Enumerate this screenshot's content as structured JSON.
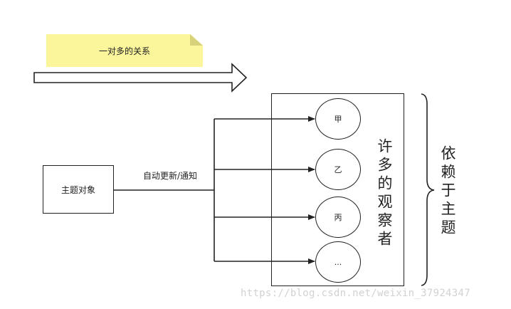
{
  "banner": {
    "label": "一对多的关系"
  },
  "subject": {
    "label": "主题对象"
  },
  "update": {
    "label": "自动更新/通知"
  },
  "observers": {
    "items": [
      {
        "label": "甲"
      },
      {
        "label": "乙"
      },
      {
        "label": "丙"
      },
      {
        "label": "..."
      }
    ],
    "title": "许多的观察者"
  },
  "dependency": {
    "label": "依赖于主题"
  },
  "watermark": "https://blog.csdn.net/weixin_37924347",
  "colors": {
    "sticky": "#fbf59b",
    "stroke": "#222222",
    "watermark": "#d2d2d2"
  }
}
